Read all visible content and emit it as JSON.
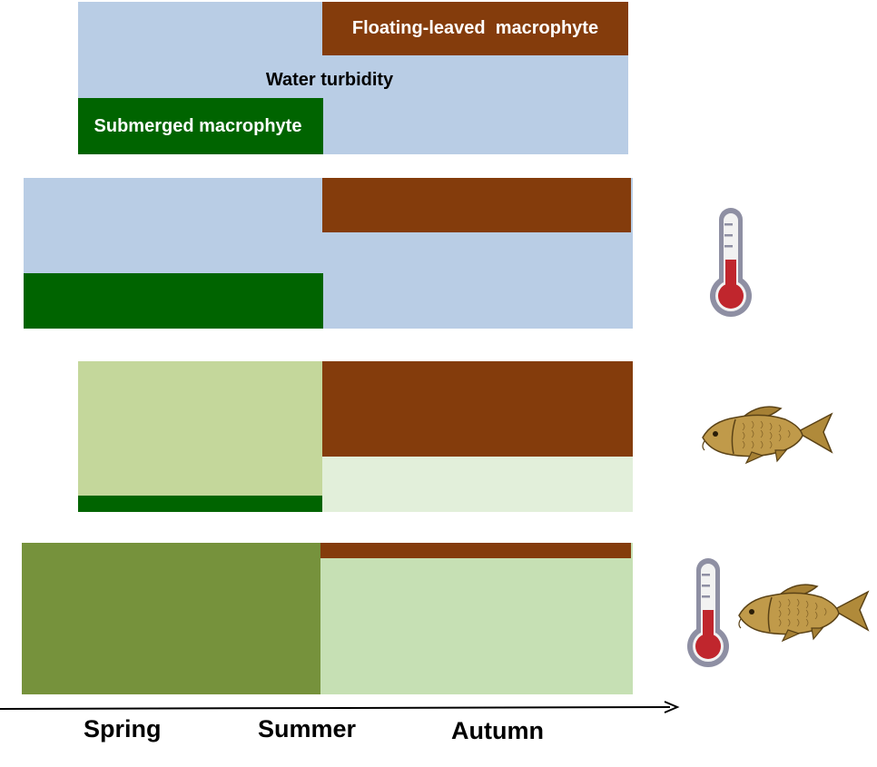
{
  "colors": {
    "water": "#b9cde5",
    "submerged": "#006400",
    "floating": "#843c0c",
    "turbid_light": "#c4d79b",
    "turbid_pale": "#e2efda",
    "algae_dark": "#76923c",
    "algae_light": "#c6e0b4"
  },
  "labels": {
    "floating": "Floating-leaved  macrophyte",
    "turbidity": "Water turbidity",
    "submerged": "Submerged macrophyte"
  },
  "icons": {
    "row2": [
      "thermometer-icon"
    ],
    "row3": [
      "carp-fish-icon"
    ],
    "row4": [
      "thermometer-icon",
      "carp-fish-icon"
    ]
  },
  "timeline": {
    "seasons": [
      "Spring",
      "Summer",
      "Autumn"
    ]
  }
}
